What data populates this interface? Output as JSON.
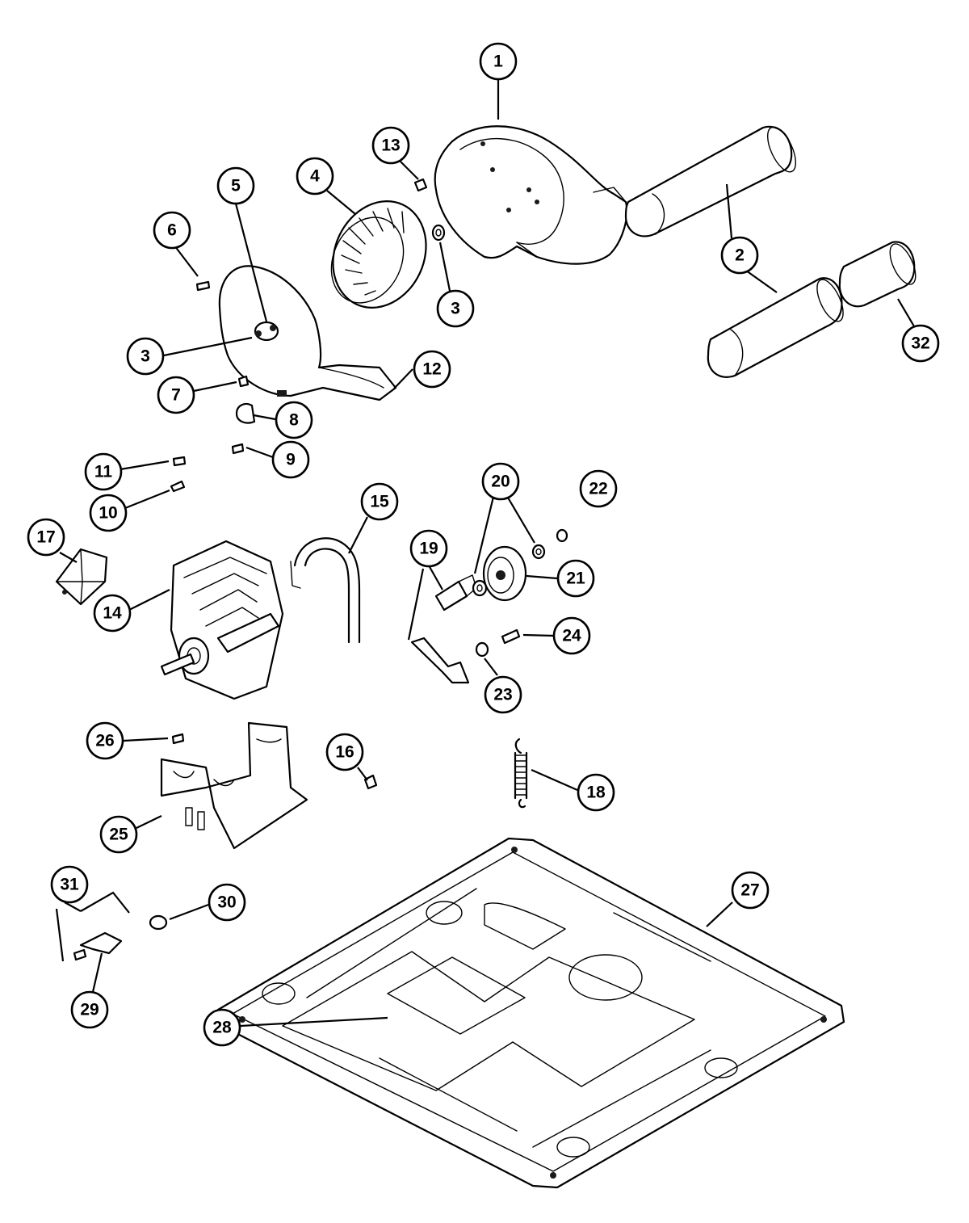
{
  "callouts": [
    {
      "id": "1",
      "label": "1"
    },
    {
      "id": "2",
      "label": "2"
    },
    {
      "id": "3a",
      "label": "3"
    },
    {
      "id": "3b",
      "label": "3"
    },
    {
      "id": "4",
      "label": "4"
    },
    {
      "id": "5",
      "label": "5"
    },
    {
      "id": "6",
      "label": "6"
    },
    {
      "id": "7",
      "label": "7"
    },
    {
      "id": "8",
      "label": "8"
    },
    {
      "id": "9",
      "label": "9"
    },
    {
      "id": "10",
      "label": "10"
    },
    {
      "id": "11",
      "label": "11"
    },
    {
      "id": "12",
      "label": "12"
    },
    {
      "id": "13",
      "label": "13"
    },
    {
      "id": "14",
      "label": "14"
    },
    {
      "id": "15",
      "label": "15"
    },
    {
      "id": "16",
      "label": "16"
    },
    {
      "id": "17",
      "label": "17"
    },
    {
      "id": "18",
      "label": "18"
    },
    {
      "id": "19",
      "label": "19"
    },
    {
      "id": "20",
      "label": "20"
    },
    {
      "id": "21",
      "label": "21"
    },
    {
      "id": "22",
      "label": "22"
    },
    {
      "id": "23",
      "label": "23"
    },
    {
      "id": "24",
      "label": "24"
    },
    {
      "id": "25",
      "label": "25"
    },
    {
      "id": "26",
      "label": "26"
    },
    {
      "id": "27",
      "label": "27"
    },
    {
      "id": "28",
      "label": "28"
    },
    {
      "id": "29",
      "label": "29"
    },
    {
      "id": "30",
      "label": "30"
    },
    {
      "id": "31",
      "label": "31"
    },
    {
      "id": "32",
      "label": "32"
    }
  ]
}
